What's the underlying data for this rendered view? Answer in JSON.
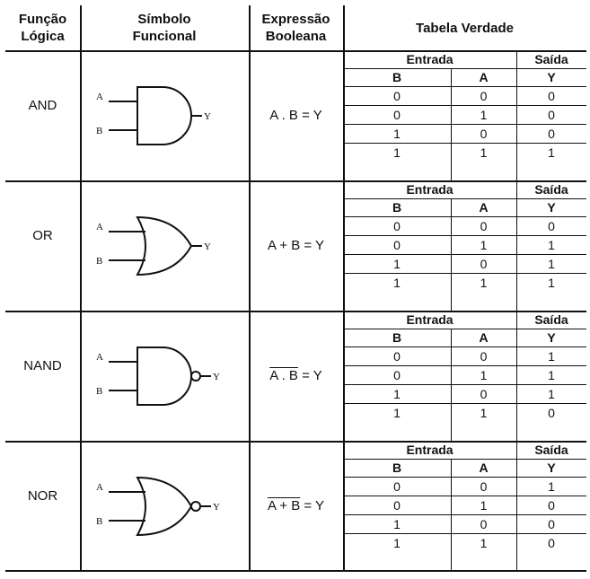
{
  "header": {
    "col1": [
      "Função",
      "Lógica"
    ],
    "col2": [
      "Símbolo",
      "Funcional"
    ],
    "col3": [
      "Expressão",
      "Booleana"
    ],
    "col4": "Tabela Verdade"
  },
  "truth_header": {
    "entrada": "Entrada",
    "saida": "Saída",
    "b": "B",
    "a": "A",
    "y": "Y"
  },
  "gate_labels": {
    "a": "A",
    "b": "B",
    "y": "Y"
  },
  "rows": [
    {
      "name": "AND",
      "gate": "and-gate",
      "expr": "A . B = Y",
      "expr_over": "",
      "expr_tail": "",
      "table": [
        [
          "0",
          "0",
          "0"
        ],
        [
          "0",
          "1",
          "0"
        ],
        [
          "1",
          "0",
          "0"
        ],
        [
          "1",
          "1",
          "1"
        ]
      ]
    },
    {
      "name": "OR",
      "gate": "or-gate",
      "expr": "A + B = Y",
      "expr_over": "",
      "expr_tail": "",
      "table": [
        [
          "0",
          "0",
          "0"
        ],
        [
          "0",
          "1",
          "1"
        ],
        [
          "1",
          "0",
          "1"
        ],
        [
          "1",
          "1",
          "1"
        ]
      ]
    },
    {
      "name": "NAND",
      "gate": "nand-gate",
      "expr": "",
      "expr_over": "A . B",
      "expr_tail": " = Y",
      "table": [
        [
          "0",
          "0",
          "1"
        ],
        [
          "0",
          "1",
          "1"
        ],
        [
          "1",
          "0",
          "1"
        ],
        [
          "1",
          "1",
          "0"
        ]
      ]
    },
    {
      "name": "NOR",
      "gate": "nor-gate",
      "expr": "",
      "expr_over": "A + B",
      "expr_tail": " = Y",
      "table": [
        [
          "0",
          "0",
          "1"
        ],
        [
          "0",
          "1",
          "0"
        ],
        [
          "1",
          "0",
          "0"
        ],
        [
          "1",
          "1",
          "0"
        ]
      ]
    }
  ]
}
